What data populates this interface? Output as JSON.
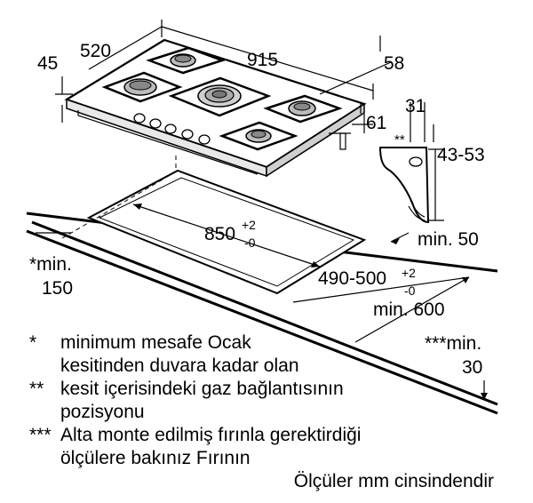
{
  "dimensions": {
    "d45": "45",
    "d520": "520",
    "d915": "915",
    "d58": "58",
    "d31": "31",
    "d61": "61",
    "star2": "**",
    "d4353": "43-53",
    "cut_width": "850",
    "cut_width_tol_plus": "+2",
    "cut_width_tol_minus": "-0",
    "min50": "min. 50",
    "min150_a": "*min.",
    "min150_b": "150",
    "cut_depth": "490-500",
    "cut_depth_tol_plus": "+2",
    "cut_depth_tol_minus": "-0",
    "min600": "min. 600",
    "min30_a": "***min.",
    "min30_b": "30"
  },
  "notes": [
    {
      "mark": "*",
      "line1": "minimum mesafe Ocak",
      "line2": "kesitinden duvara kadar olan"
    },
    {
      "mark": "**",
      "line1": "kesit içerisindeki gaz bağlantısının",
      "line2": "pozisyonu"
    },
    {
      "mark": "***",
      "line1": "Alta monte edilmiş fırınla gerektirdiği",
      "line2": "ölçülere bakınız Fırının"
    }
  ],
  "footer": "Ölçüler mm cinsindendir"
}
